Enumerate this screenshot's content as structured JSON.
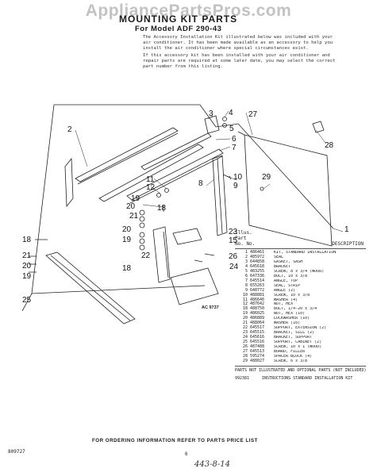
{
  "watermark": "AppliancePartsPros.com",
  "header": {
    "title": "MOUNTING KIT PARTS",
    "subtitle": "For Model ADF 290-43",
    "intro_1": "The Accessory Installation Kit illustrated below was included with your air conditioner. It has been made available as an accessory to help you install the air conditioner where special circumstances exist.",
    "intro_2": "If this accessory kit has been installed with your air conditioner and repair parts are required at some later date, you may select the correct part number from this listing."
  },
  "callouts": {
    "c1": "1",
    "c2": "2",
    "c3": "3",
    "c4": "4",
    "c5": "5",
    "c6": "6",
    "c7": "7",
    "c8": "8",
    "c9": "9",
    "c10": "10",
    "c11": "11",
    "c12": "12",
    "c18a": "18",
    "c19a": "19",
    "c20a": "20",
    "c21a": "21",
    "c18b": "18",
    "c20b": "20",
    "c19b": "19",
    "c23": "23",
    "c15": "15",
    "c22": "22",
    "c26": "26",
    "c24": "24",
    "c18c": "18",
    "c21b": "21",
    "c20c": "20",
    "c19c": "19",
    "c25": "25",
    "c27": "27",
    "c28": "28",
    "c29": "29"
  },
  "fig_label": "AC 9737",
  "parts_list": {
    "headers": {
      "illus": "Illus. Part",
      "no": "No.   No.",
      "desc": "DESCRIPTION"
    },
    "rows": [
      {
        "n": "1",
        "p": "486461",
        "d": "KIT, STANDARD INSTALLATION"
      },
      {
        "n": "2",
        "p": "485972",
        "d": "SEAL"
      },
      {
        "n": "3",
        "p": "644858",
        "d": "GASKET, SASH"
      },
      {
        "n": "4",
        "p": "645618",
        "d": "BRACKET"
      },
      {
        "n": "5",
        "p": "483255",
        "d": "SCREW, 8 x 3/4 (WOOD)"
      },
      {
        "n": "6",
        "p": "647336",
        "d": "BOLT, 10 x 3/8"
      },
      {
        "n": "7",
        "p": "645514",
        "d": "ANGLE, TOP"
      },
      {
        "n": "8",
        "p": "655263",
        "d": "SEAL, STRIP"
      },
      {
        "n": "9",
        "p": "648772",
        "d": "ANGLE (2)"
      },
      {
        "n": "10",
        "p": "488881",
        "d": "SCREW, 10 x 3/8"
      },
      {
        "n": "11",
        "p": "486646",
        "d": "WASHER (4)"
      },
      {
        "n": "12",
        "p": "487642",
        "d": "NUT, HEX"
      },
      {
        "n": "18",
        "p": "488750",
        "d": "BOLT, 1/4-20 x 3/4"
      },
      {
        "n": "19",
        "p": "486025",
        "d": "NUT, HEX (10)"
      },
      {
        "n": "20",
        "p": "486889",
        "d": "LOCKWASHER (10)"
      },
      {
        "n": "21",
        "p": "488064",
        "d": "WASHER (10)"
      },
      {
        "n": "22",
        "p": "645517",
        "d": "SUPPORT, EXTENSION (2)"
      },
      {
        "n": "23",
        "p": "645515",
        "d": "BRACKET, SILL (2)"
      },
      {
        "n": "24",
        "p": "645616",
        "d": "BRACKET, SUPPORT"
      },
      {
        "n": "25",
        "p": "645516",
        "d": "SUPPORT, CABINET (2)"
      },
      {
        "n": "26",
        "p": "487488",
        "d": "SCREW, 10 x 1 (WOOD)"
      },
      {
        "n": "27",
        "p": "645513",
        "d": "BOARD, FILLER"
      },
      {
        "n": "28",
        "p": "595274",
        "d": "SPACER BLOCK (4)"
      },
      {
        "n": "29",
        "p": "488027",
        "d": "SCREW, 6 x 3/8"
      }
    ],
    "note_1": "PARTS NOT ILLUSTRATED AND OPTIONAL PARTS (NOT INCLUDED)",
    "note_2_part": "992381",
    "note_2_desc": "INSTRUCTIONS STANDARD INSTALLATION KIT"
  },
  "footer": {
    "ordering": "FOR ORDERING INFORMATION REFER TO PARTS PRICE LIST",
    "page": "6",
    "left_code": "809727",
    "handwritten": "443-8-14"
  }
}
